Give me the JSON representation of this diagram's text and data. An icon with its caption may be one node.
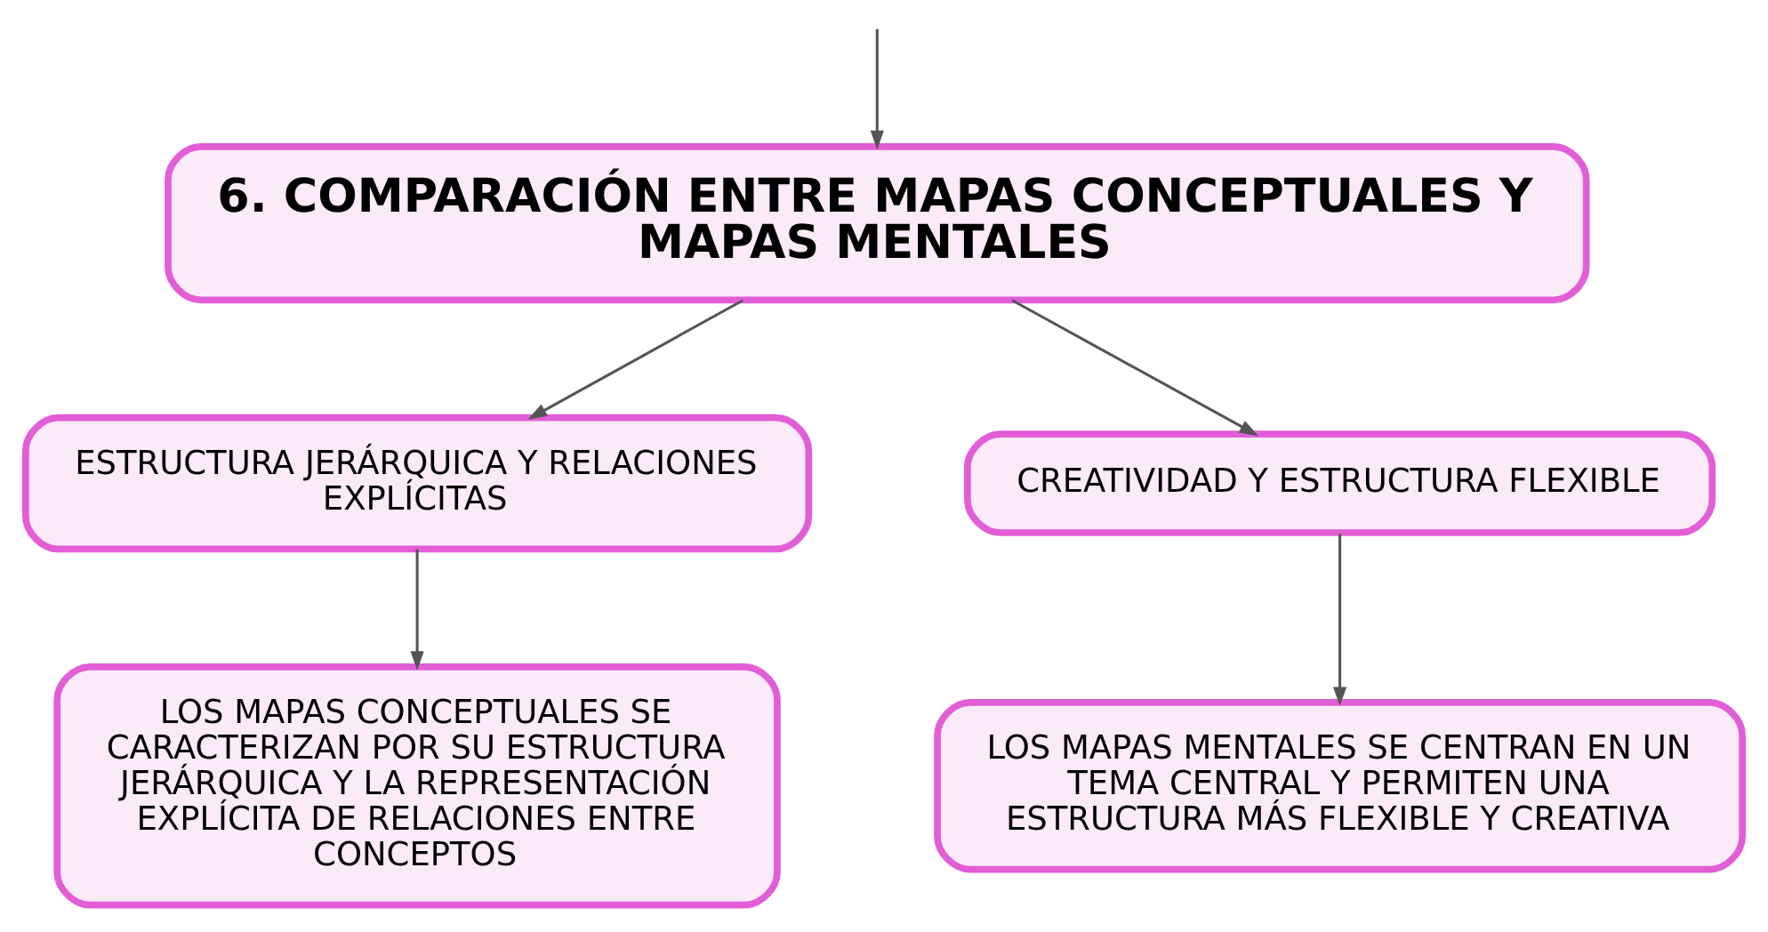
{
  "diagram": {
    "nodes": [
      {
        "text": [
          "6. COMPARACIÓN ENTRE MAPAS CONCEPTUALES Y MAPAS MENTALES"
        ]
      },
      {
        "text": [
          "ESTRUCTURA JERÁRQUICA Y RELACIONES EXPLÍCITAS"
        ]
      },
      {
        "text": [
          "CREATIVIDAD Y ESTRUCTURA FLEXIBLE"
        ]
      },
      {
        "text": [
          "LOS MAPAS CONCEPTUALES SE CARACTERIZAN POR SU ESTRUCTURA JERÁRQUICA Y LA REPRESENTACIÓN EXPLÍCITA DE RELACIONES ENTRE CONCEPTOS"
        ]
      },
      {
        "text": [
          "LOS MAPAS MENTALES SE CENTRAN EN UN TEMA CENTRAL Y PERMITEN UNA ESTRUCTURA MÁS FLEXIBLE Y CREATIVA"
        ]
      }
    ],
    "edges": [
      {
        "from": null,
        "to": 0,
        "arrow": "to"
      },
      {
        "from": 0,
        "to": 1,
        "arrow": "to"
      },
      {
        "from": 0,
        "to": 2,
        "arrow": "to"
      },
      {
        "from": 1,
        "to": 3,
        "arrow": "to"
      },
      {
        "from": 2,
        "to": 4,
        "arrow": "to"
      }
    ]
  }
}
